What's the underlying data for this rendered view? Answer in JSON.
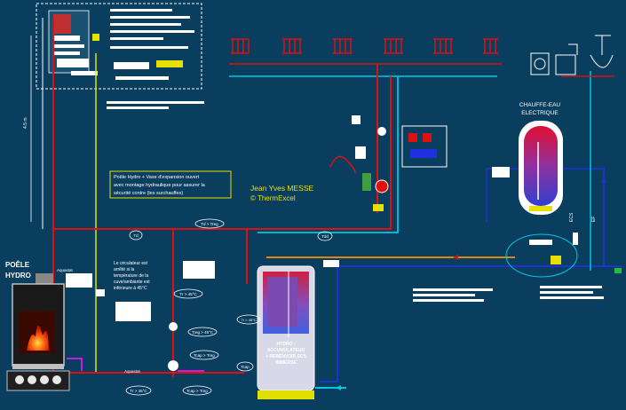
{
  "labels": {
    "stove_title_1": "POÊLE",
    "stove_title_2": "HYDRO",
    "water_heater_1": "CHAUFFE-EAU",
    "water_heater_2": "ELECTRIQUE",
    "author": "Jean Yves MESSE",
    "copyright": "© ThermExcel",
    "note_lines": [
      "Poêle Hydro + Vase d'expansion ouvert",
      "avec montage hydraulique pour assurer la",
      "sécurité contre (les surchauffes)"
    ],
    "circulator_lines": [
      "Le circulateur est",
      "arrêté si la",
      "température de la",
      "cuve/ambiante est",
      "inférieure à 45°C"
    ],
    "tank_lines": [
      "HYDRO -",
      "ACCUMULATEUR",
      "+ REBENVOIR ECS",
      "IMMERSE"
    ],
    "height_dim": "4.5 m",
    "aquastat_1": "Aquastat",
    "aquastat_2": "Aquastat",
    "tag_td_treg": "Td > Treg",
    "tag_tr45_a": "Tr > 45°C",
    "tag_tr45_b": "Tr > 45°C",
    "tag_treg_a": "Treg > 45°C",
    "tag_tcap_a": "Tcap > Treg",
    "tag_tcap_b": "Tcap > Treg",
    "tag_tr45_c": "Tr > 45°C",
    "tag_tdd": "Tdd",
    "tag_td": "Td",
    "tag_tcap": "Tcap",
    "ecs_label": "ECS",
    "ef_label": "EF"
  },
  "colors": {
    "background": "#0a3e5e",
    "hot_pipe": "#e01010",
    "cold_pipe": "#00c8e0",
    "return_pipe": "#2030e0",
    "yellow_pipe": "#e8e000",
    "orange_pipe": "#ff9000",
    "magenta_pipe": "#c020e0",
    "white_line": "#e8e8e8"
  }
}
